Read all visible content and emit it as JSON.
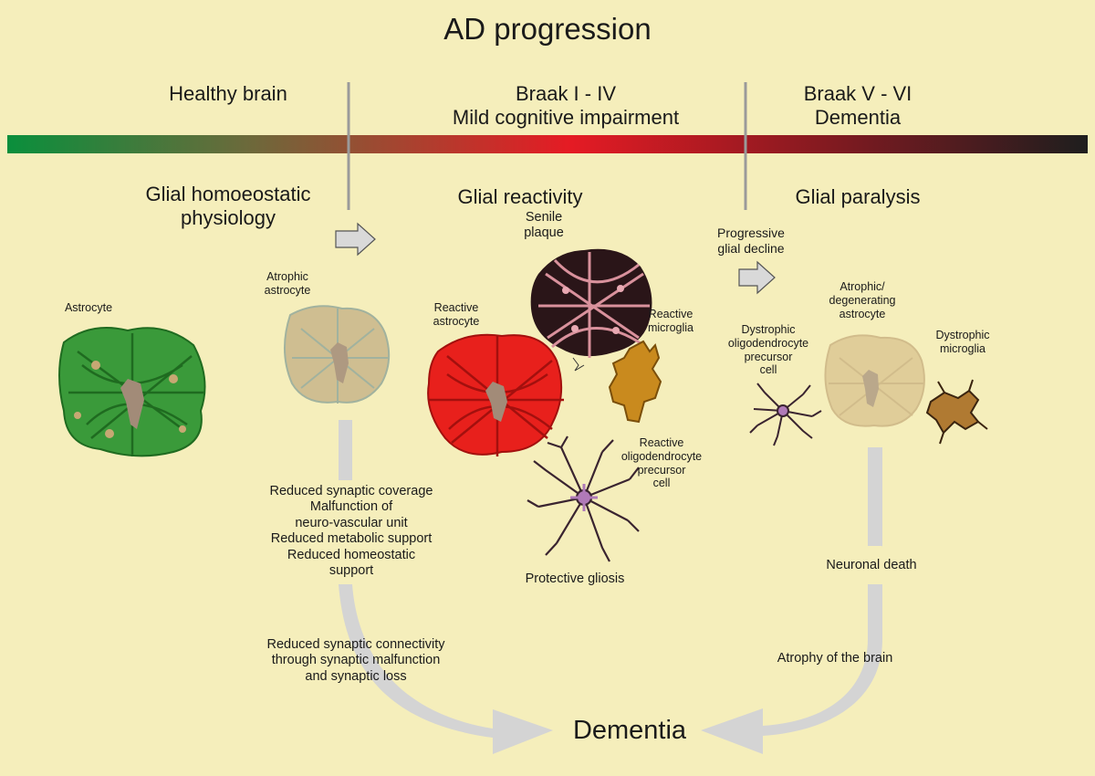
{
  "title": "AD progression",
  "stages": {
    "healthy": "Healthy brain",
    "braak_early": "Braak I - IV\nMild cognitive impairment",
    "braak_late": "Braak V - VI\nDementia"
  },
  "phases": {
    "homeostatic": "Glial homoeostatic\nphysiology",
    "reactivity": "Glial reactivity",
    "paralysis": "Glial paralysis"
  },
  "transition": "Progressive\nglial decline",
  "cells": {
    "astrocyte": "Astrocyte",
    "atrophic_astrocyte": "Atrophic\nastrocyte",
    "senile_plaque": "Senile\nplaque",
    "reactive_astrocyte": "Reactive\nastrocyte",
    "reactive_microglia": "Reactive\nmicroglia",
    "reactive_opc": "Reactive\noligodendrocyte\nprecursor\ncell",
    "degenerating_astrocyte": "Atrophic/\ndegenerating\nastrocyte",
    "dystrophic_opc": "Dystrophic\noligodendrocyte\nprecursor\ncell",
    "dystrophic_microglia": "Dystrophic\nmicroglia"
  },
  "effects": {
    "astro_loss": "Reduced synaptic coverage\nMalfunction of\nneuro-vascular unit\nReduced metabolic support\nReduced homeostatic\nsupport",
    "synaptic": "Reduced synaptic connectivity\nthrough synaptic malfunction\nand synaptic loss",
    "protective": "Protective gliosis",
    "neuronal_death": "Neuronal death",
    "atrophy": "Atrophy of the brain"
  },
  "outcome": "Dementia",
  "colors": {
    "background": "#f5eebb",
    "gradient": [
      "#0a8f3c",
      "#e51b24",
      "#1e1e1e"
    ],
    "healthy_astrocyte": "#3a9a3a",
    "reactive_astrocyte": "#e8201c",
    "plaque": "#2a1518",
    "microglia": "#c98a1e",
    "opc": "#b07ab8",
    "flow_arrow": "#d4d4d4"
  }
}
